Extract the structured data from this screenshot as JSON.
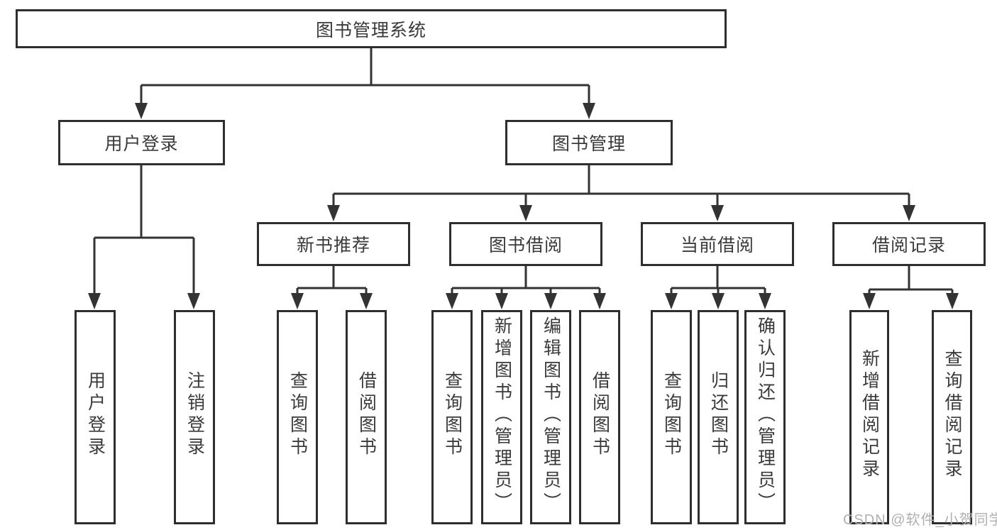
{
  "diagram": {
    "type": "feature-tree",
    "nodes": {
      "root": "图书管理系统",
      "level2": [
        "用户登录",
        "图书管理"
      ],
      "level3": [
        "新书推荐",
        "图书借阅",
        "当前借阅",
        "借阅记录"
      ],
      "login_children": [
        "用户登录",
        "注销登录"
      ],
      "newbook_children": [
        "查询图书",
        "借阅图书"
      ],
      "borrow_children": [
        "查询图书",
        "新增图书（管理员）",
        "编辑图书（管理员）",
        "借阅图书"
      ],
      "current_children": [
        "查询图书",
        "归还图书",
        "确认归还（管理员）"
      ],
      "record_children": [
        "新增借阅记录",
        "查询借阅记录"
      ]
    },
    "edges": [
      {
        "from": "图书管理系统",
        "to": [
          "用户登录",
          "图书管理"
        ]
      },
      {
        "from": "用户登录",
        "to": [
          "用户登录",
          "注销登录"
        ]
      },
      {
        "from": "图书管理",
        "to": [
          "新书推荐",
          "图书借阅",
          "当前借阅",
          "借阅记录"
        ]
      },
      {
        "from": "新书推荐",
        "to": [
          "查询图书",
          "借阅图书"
        ]
      },
      {
        "from": "图书借阅",
        "to": [
          "查询图书",
          "新增图书（管理员）",
          "编辑图书（管理员）",
          "借阅图书"
        ]
      },
      {
        "from": "当前借阅",
        "to": [
          "查询图书",
          "归还图书",
          "确认归还（管理员）"
        ]
      },
      {
        "from": "借阅记录",
        "to": [
          "新增借阅记录",
          "查询借阅记录"
        ]
      }
    ],
    "colors": {
      "line": "#333333",
      "box_border": "#2e2e2e",
      "text": "#3a3a3a",
      "watermark": "#b0b0b0",
      "background": "#ffffff"
    }
  },
  "watermark": "CSDN @软件_小贺同学"
}
